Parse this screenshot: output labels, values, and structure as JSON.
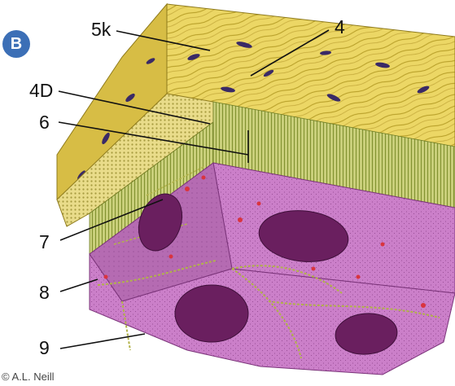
{
  "panel": {
    "letter": "B"
  },
  "labels": {
    "l5k": "5k",
    "l4": "4",
    "l4D": "4D",
    "l6": "6",
    "l7": "7",
    "l8": "8",
    "l9": "9"
  },
  "credit": "© A.L. Neill",
  "colors": {
    "badge": "#3c6fb6",
    "connective_tissue": "#e6cf62",
    "cilia_layer": "#a8b85a",
    "cell_pink": "#c574c4",
    "nucleus": "#6a1f5f",
    "fiber_dark": "#3a2a66"
  }
}
